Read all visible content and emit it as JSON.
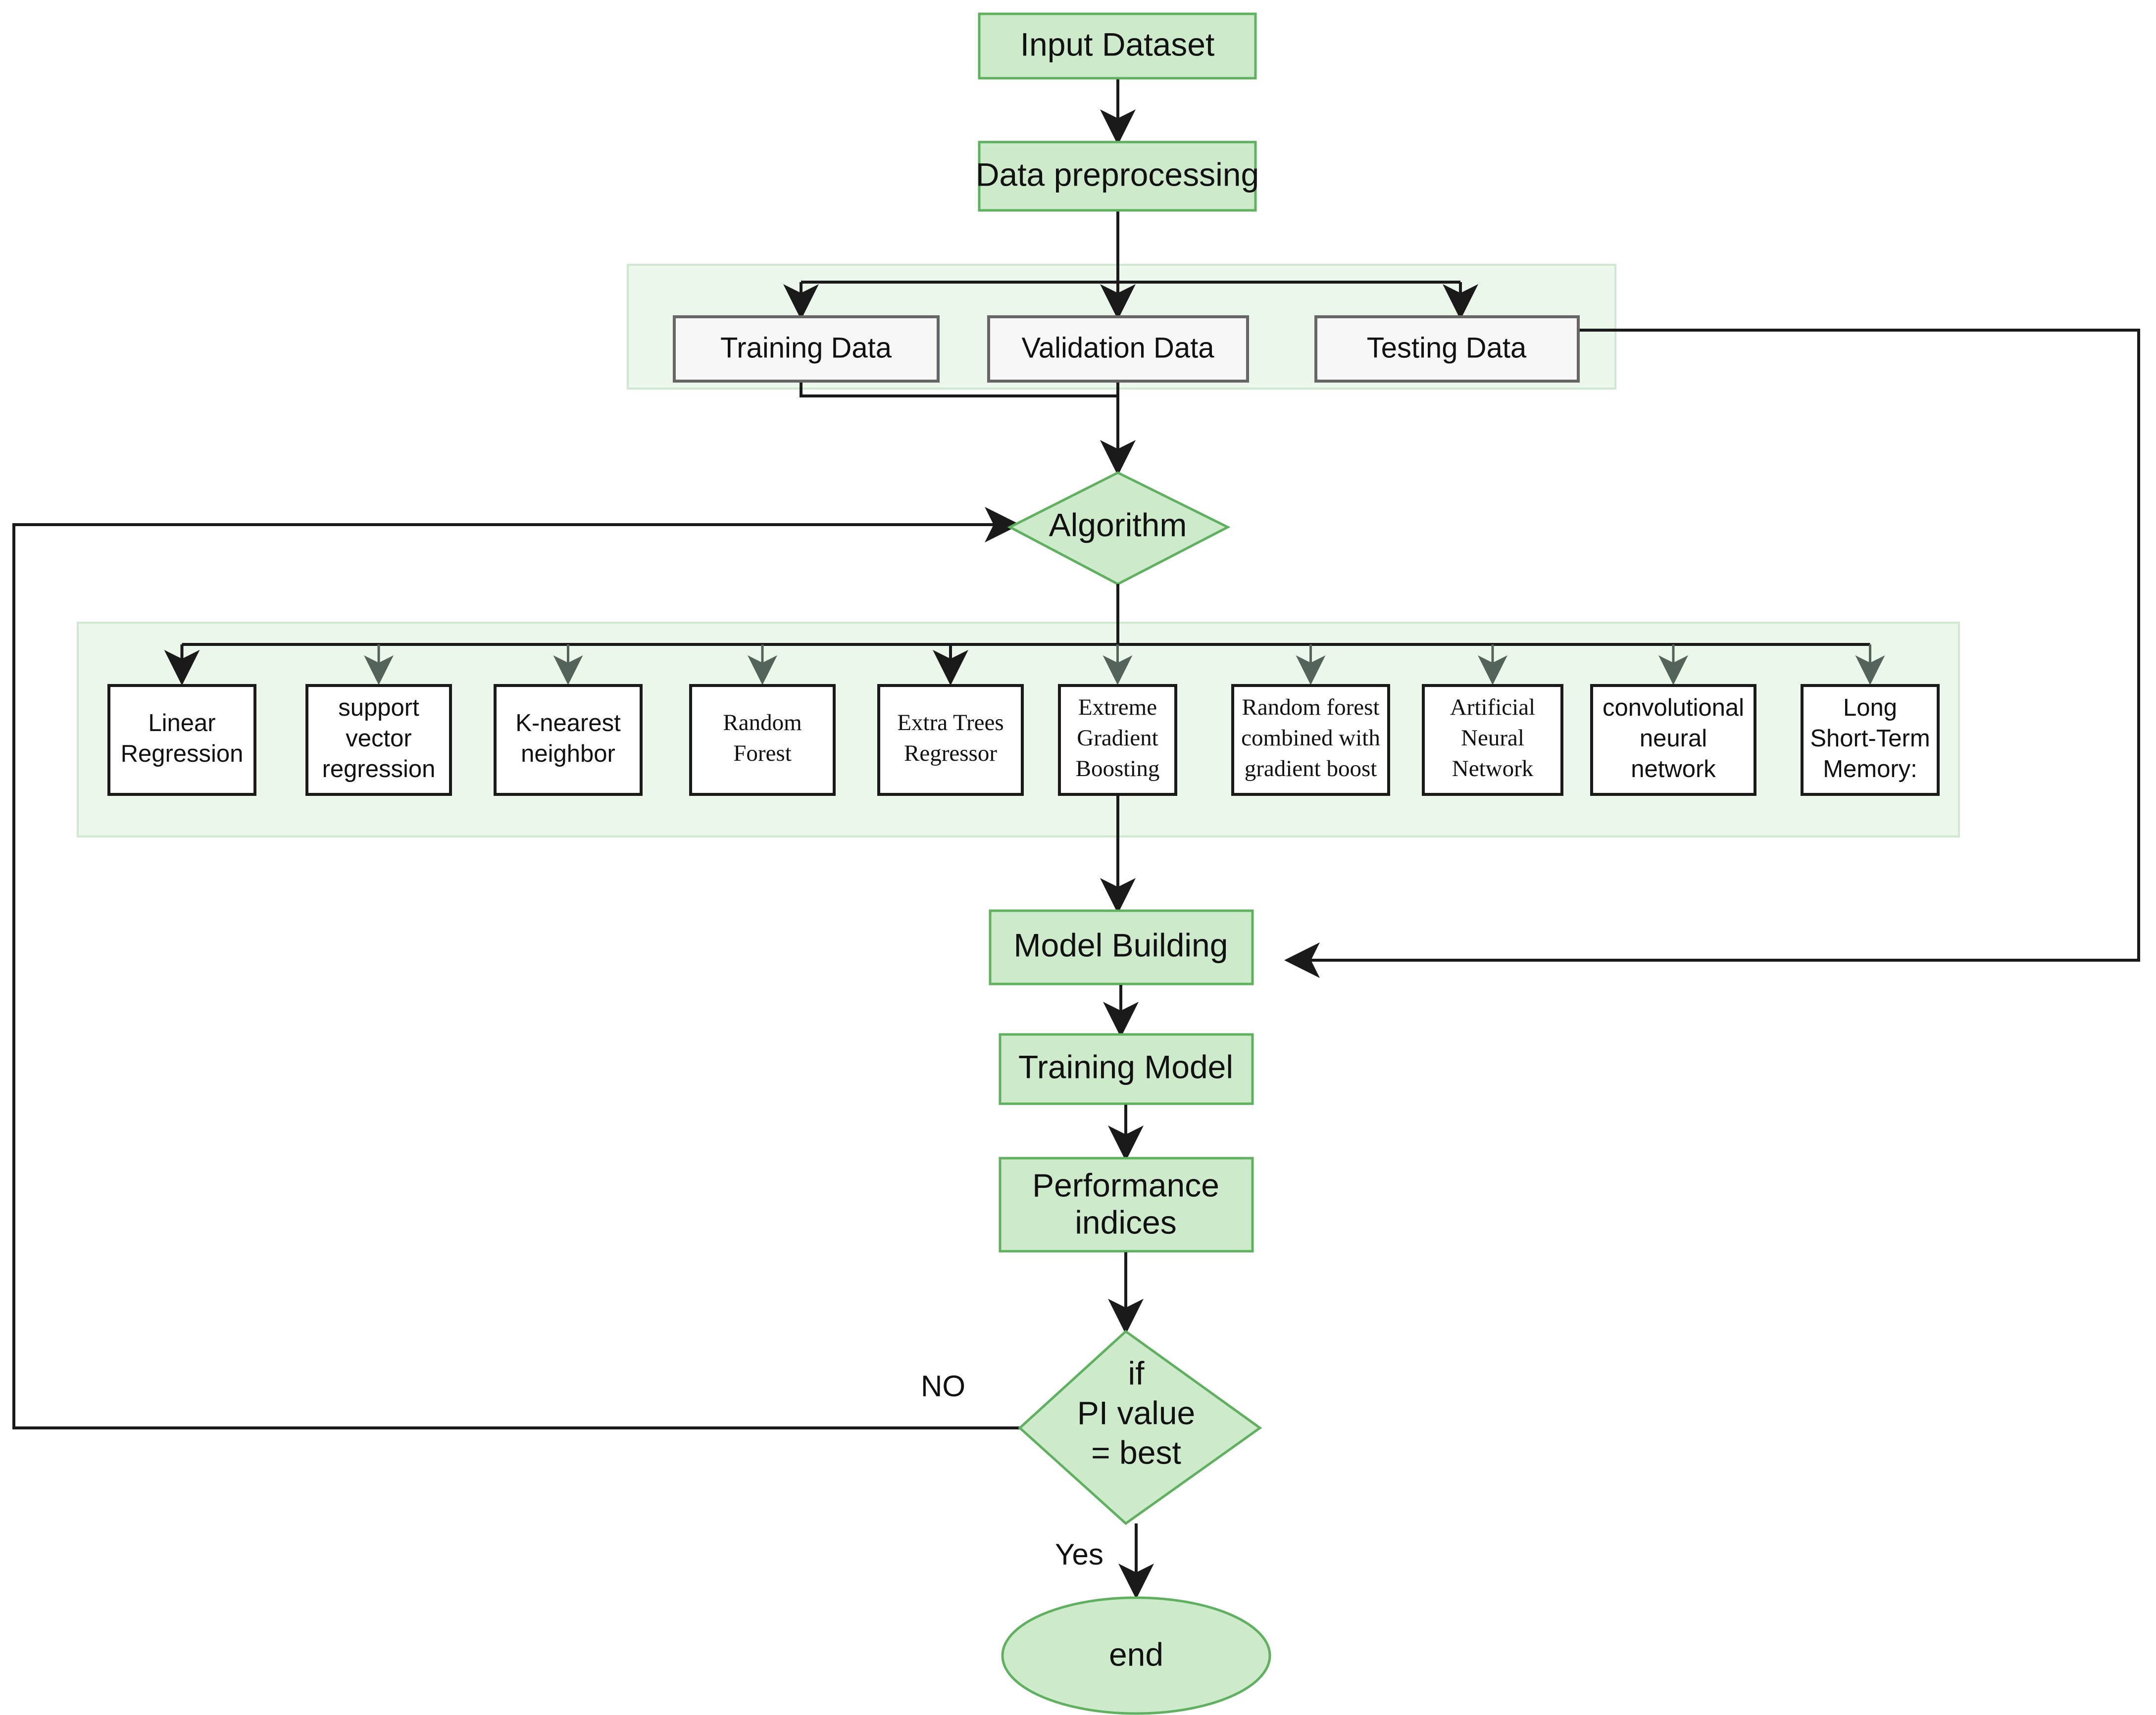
{
  "diagram": {
    "title": "Machine learning model development flowchart",
    "colors": {
      "node_fill": "#cdeacb",
      "node_border": "#5fb15f",
      "band_fill": "#ecf7ec",
      "band_border": "#cfe8cf",
      "data_box_fill": "#f7f7f7",
      "data_box_border": "#666666",
      "algo_box_fill": "#ffffff",
      "algo_box_border": "#1a1a1a",
      "edge_color": "#1a1a1a",
      "background": "#ffffff"
    }
  },
  "nodes": {
    "input_dataset": "Input Dataset",
    "data_preprocessing": "Data preprocessing",
    "algorithm": "Algorithm",
    "model_building": "Model Building",
    "training_model": "Training Model",
    "performance_indices_line1": "Performance",
    "performance_indices_line2": "indices",
    "decision_line1": "if",
    "decision_line2": "PI value",
    "decision_line3": "=  best",
    "end": "end"
  },
  "data_split": {
    "training": "Training Data",
    "validation": "Validation Data",
    "testing": "Testing Data"
  },
  "edge_labels": {
    "no": "NO",
    "yes": "Yes"
  },
  "algorithms": [
    {
      "lines": [
        "Linear",
        "Regression"
      ],
      "font": "sans"
    },
    {
      "lines": [
        "support",
        "vector",
        "regression"
      ],
      "font": "sans"
    },
    {
      "lines": [
        "K-nearest",
        "neighbor"
      ],
      "font": "sans"
    },
    {
      "lines": [
        "Random",
        "Forest"
      ],
      "font": "serif"
    },
    {
      "lines": [
        "Extra Trees",
        "Regressor"
      ],
      "font": "serif"
    },
    {
      "lines": [
        "Extreme",
        "Gradient",
        "Boosting"
      ],
      "font": "serif"
    },
    {
      "lines": [
        "Random forest",
        "combined with",
        "gradient boost"
      ],
      "font": "serif"
    },
    {
      "lines": [
        "Artificial",
        "Neural",
        "Network"
      ],
      "font": "serif"
    },
    {
      "lines": [
        "convolutional",
        "neural",
        "network"
      ],
      "font": "sans"
    },
    {
      "lines": [
        "Long",
        "Short-Term",
        "Memory:"
      ],
      "font": "sans"
    }
  ]
}
